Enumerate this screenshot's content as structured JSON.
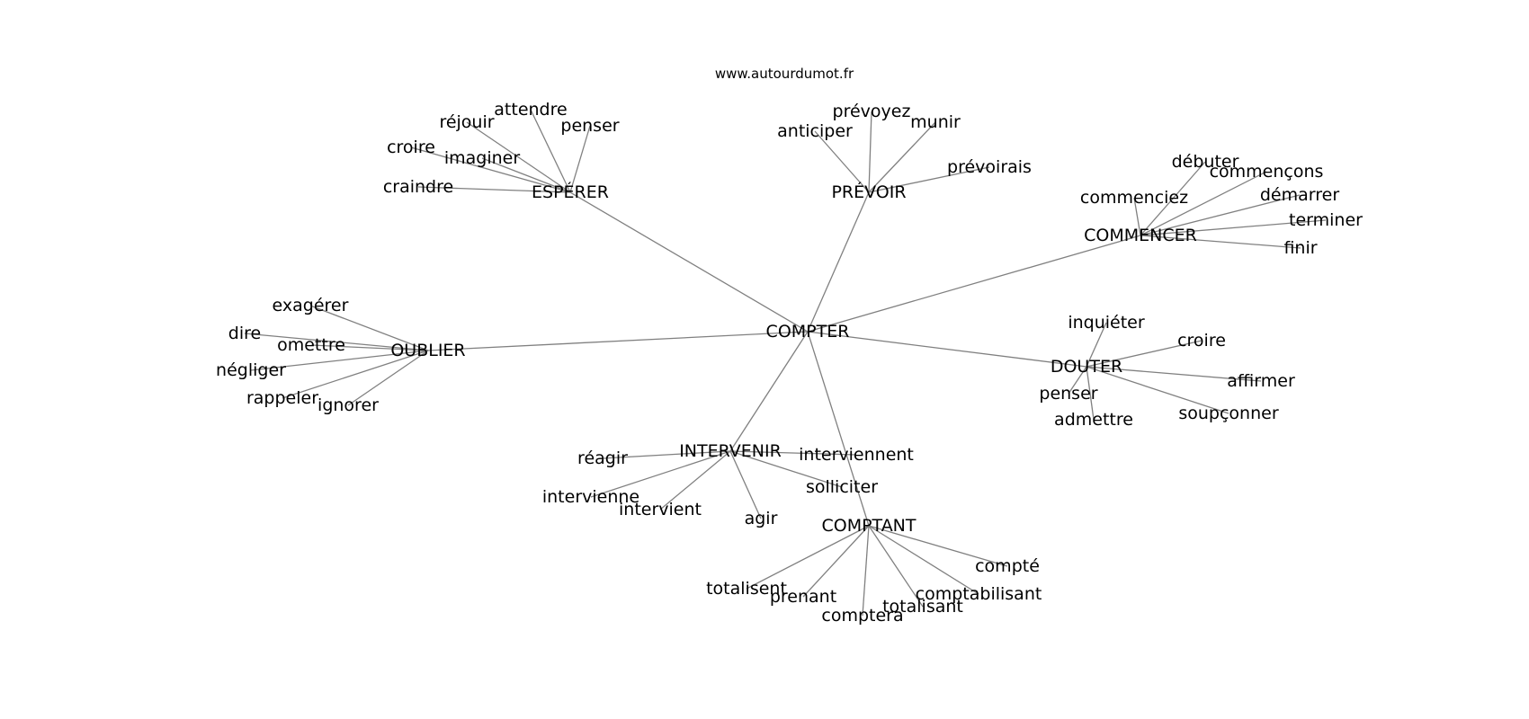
{
  "source": "www.autourdumot.fr",
  "edge_color": "#808080",
  "root": "COMPTER",
  "groups": [
    {
      "hub": "ESPÉRER",
      "leaves": [
        "attendre",
        "réjouir",
        "penser",
        "croire",
        "imaginer",
        "craindre"
      ]
    },
    {
      "hub": "PRÉVOIR",
      "leaves": [
        "prévoyez",
        "anticiper",
        "munir",
        "prévoirais"
      ]
    },
    {
      "hub": "COMMENCER",
      "leaves": [
        "débuter",
        "commençons",
        "commenciez",
        "démarrer",
        "terminer",
        "finir"
      ]
    },
    {
      "hub": "OUBLIER",
      "leaves": [
        "exagérer",
        "dire",
        "omettre",
        "négliger",
        "rappeler",
        "ignorer"
      ]
    },
    {
      "hub": "DOUTER",
      "leaves": [
        "inquiéter",
        "croire",
        "affirmer",
        "penser",
        "admettre",
        "soupçonner"
      ]
    },
    {
      "hub": "INTERVENIR",
      "leaves": [
        "réagir",
        "interviennent",
        "solliciter",
        "intervienne",
        "intervient",
        "agir"
      ]
    },
    {
      "hub": "COMPTANT",
      "leaves": [
        "compté",
        "totalisent",
        "prenant",
        "comptabilisant",
        "totalisant",
        "comptera"
      ]
    }
  ]
}
